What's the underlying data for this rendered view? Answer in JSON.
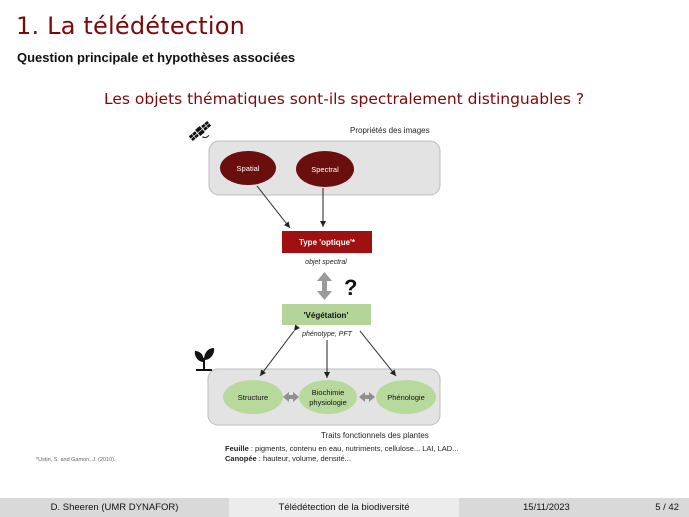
{
  "title": "1. La télédétection",
  "subtitle": "Question principale et hypothèses associées",
  "question": "Les objets thématiques sont-ils spectralement distinguables ?",
  "diagram": {
    "top_group_label": "Propriétés des images",
    "spatial": "Spatial",
    "spectral": "Spectral",
    "type_optique": "Type 'optique'*",
    "objet_spectral": "objet spectral",
    "question_mark": "?",
    "vegetation": "'Végétation'",
    "phenotype": "phénotype, PFT",
    "structure": "Structure",
    "biochimie_line1": "Biochimie",
    "biochimie_line2": "physiologie",
    "phenologie": "Phénologie",
    "bottom_group_label": "Traits fonctionnels des plantes",
    "feuille_label": "Feuille",
    "feuille_text": " : pigments, contenu en eau, nutriments, cellulose... LAI, LAD...",
    "canopee_label": "Canopée",
    "canopee_text": " : hauteur, volume, densité..."
  },
  "footnote": "*Ustin, S. and Gamon, J. (2010).",
  "footer": {
    "author": "D. Sheeren  (UMR DYNAFOR)",
    "talk_title": "Télédétection de la biodiversité",
    "date": "15/11/2023",
    "page": "5 / 42"
  },
  "colors": {
    "title": "#7a0a0a",
    "dark_red": "#6b0e0e",
    "type_box": "#a01010",
    "green_box": "#b5d49a",
    "ellipse_green": "#b8d99c",
    "gray_panel": "#e3e3e3"
  },
  "icons": [
    "satellite-icon",
    "plant-sprout-icon",
    "double-arrow-icon"
  ]
}
